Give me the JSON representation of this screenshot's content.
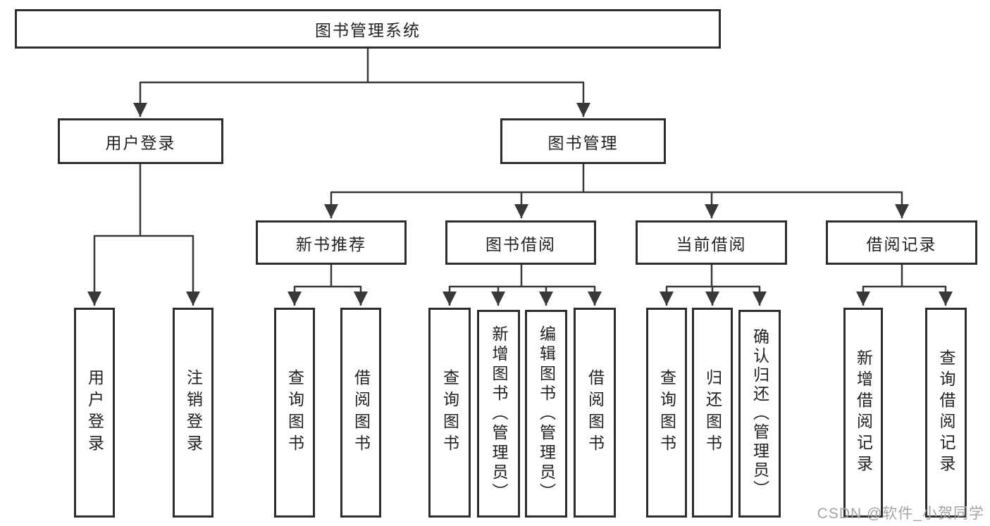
{
  "diagram": {
    "root": {
      "label": "图书管理系统"
    },
    "level2": [
      {
        "label": "用户登录"
      },
      {
        "label": "图书管理"
      }
    ],
    "level3": [
      {
        "label": "新书推荐"
      },
      {
        "label": "图书借阅"
      },
      {
        "label": "当前借阅"
      },
      {
        "label": "借阅记录"
      }
    ],
    "leaves": {
      "user_login": [
        {
          "label": "用户登录"
        },
        {
          "label": "注销登录"
        }
      ],
      "new_book": [
        {
          "label": "查询图书"
        },
        {
          "label": "借阅图书"
        }
      ],
      "borrow": [
        {
          "label": "查询图书"
        },
        {
          "label": "新增图书（管理员）"
        },
        {
          "label": "编辑图书（管理员）"
        },
        {
          "label": "借阅图书"
        }
      ],
      "current": [
        {
          "label": "查询图书"
        },
        {
          "label": "归还图书"
        },
        {
          "label": "确认归还（管理员）"
        }
      ],
      "records": [
        {
          "label": "新增借阅记录"
        },
        {
          "label": "查询借阅记录"
        }
      ]
    },
    "colors": {
      "line": "#383838",
      "border": "#2d2d2d",
      "text": "#222222",
      "background": "#ffffff",
      "watermark": "#a4a4a4"
    },
    "watermark": "CSDN @软件_小贺同学"
  }
}
